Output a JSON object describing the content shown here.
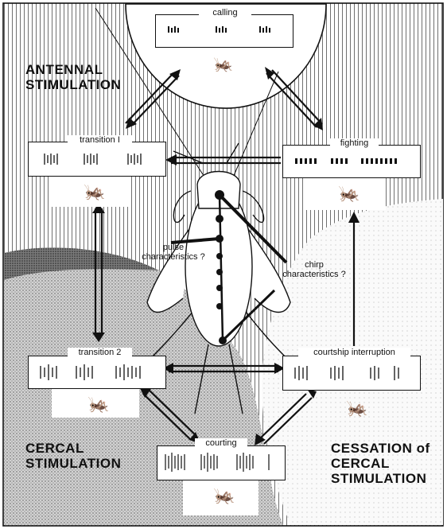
{
  "states": {
    "calling": "calling",
    "transition1": "transition I",
    "fighting": "fighting",
    "transition2": "transition 2",
    "courtship_interruption": "courtship interruption",
    "courting": "courting"
  },
  "regions": {
    "antennal_line1": "ANTENNAL",
    "antennal_line2": "STIMULATION",
    "cercal_line1": "CERCAL",
    "cercal_line2": "STIMULATION",
    "cessation_line1": "CESSATION of",
    "cessation_line2": "CERCAL",
    "cessation_line3": "STIMULATION"
  },
  "annotations": {
    "pulse_line1": "pulse",
    "pulse_line2": "characteristics ?",
    "chirp_line1": "chirp",
    "chirp_line2": "characteristics ?"
  },
  "colors": {
    "ink": "#111111",
    "paper": "#ffffff",
    "stipple": "#c8c8c8",
    "wave_bg": "#e6e6e6"
  }
}
